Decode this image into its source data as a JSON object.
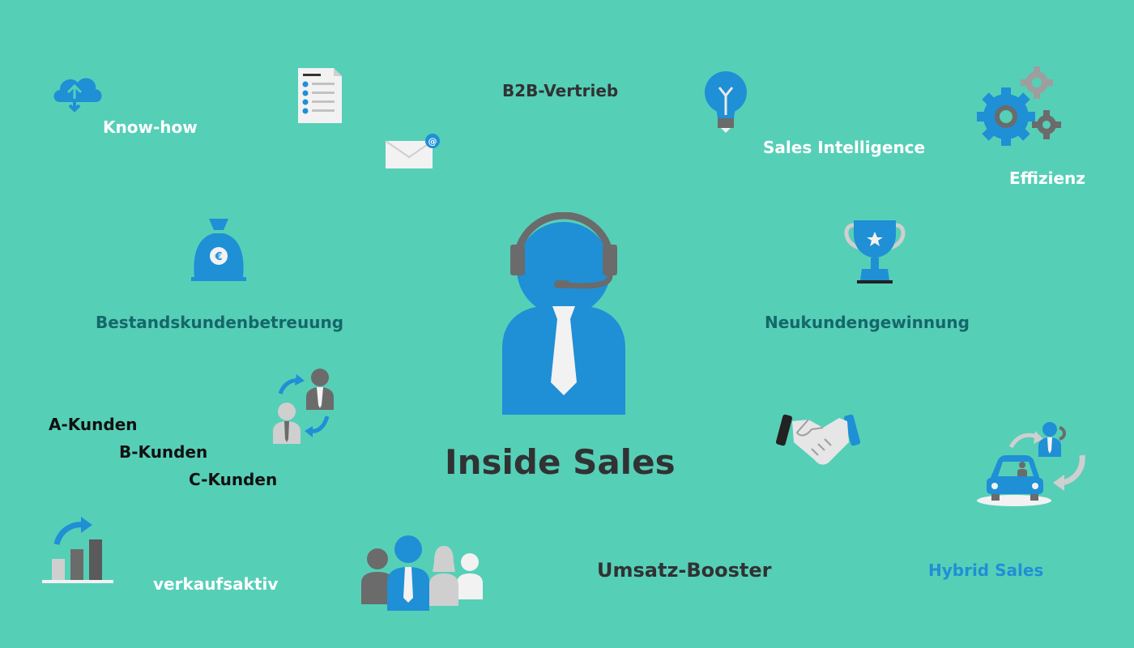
{
  "title": "Inside Sales",
  "labels": {
    "know_how": "Know-how",
    "b2b": "B2B-Vertrieb",
    "sales_intelligence": "Sales Intelligence",
    "effizienz": "Effizienz",
    "bestandskunden": "Bestandskundenbetreuung",
    "neukunden": "Neukundengewinnung",
    "a_kunden": "A-Kunden",
    "b_kunden": "B-Kunden",
    "c_kunden": "C-Kunden",
    "verkaufsaktiv": "verkaufsaktiv",
    "umsatz": "Umsatz-Booster",
    "hybrid": "Hybrid Sales"
  },
  "colors": {
    "background": "#56cfb7",
    "blue": "#1f8fd6",
    "gray": "#6b6b6b",
    "light_gray": "#cfcfcf"
  },
  "icons": [
    "cloud-sync-icon",
    "checklist-document-icon",
    "email-icon",
    "lightbulb-icon",
    "gears-icon",
    "money-bag-icon",
    "agent-headset-icon",
    "trophy-icon",
    "customer-exchange-icon",
    "handshake-icon",
    "bar-chart-growth-icon",
    "team-icon",
    "hybrid-car-icon"
  ]
}
